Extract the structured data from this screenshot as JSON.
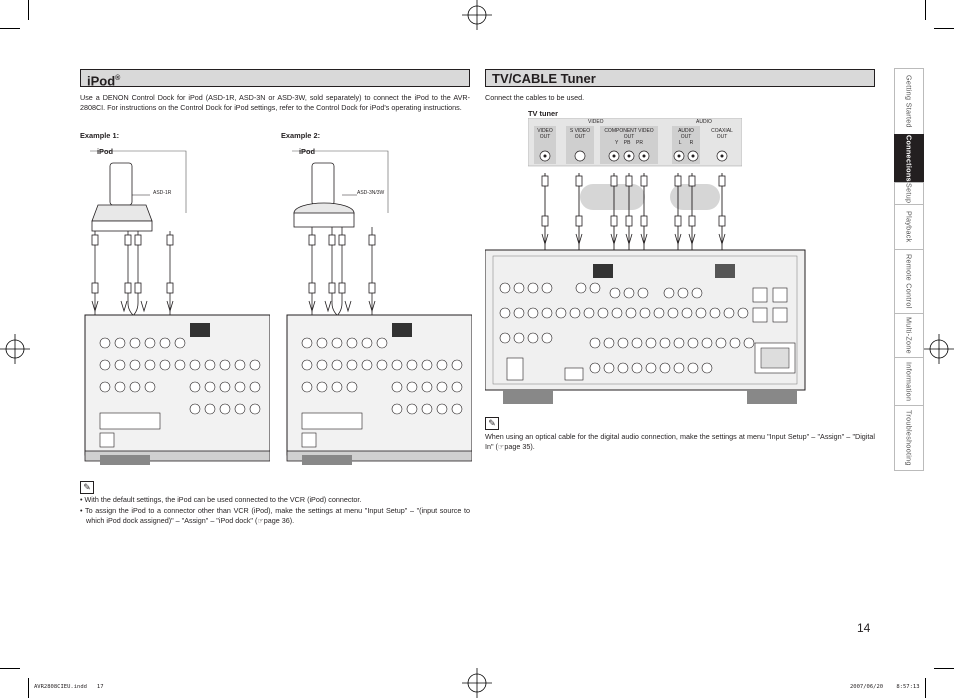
{
  "ipod": {
    "title": "iPod",
    "title_sup": "®",
    "intro": "Use a DENON Control Dock for iPod (ASD-1R, ASD-3N or ASD-3W, sold separately) to connect the iPod to the AVR-2808CI. For instructions on the Control Dock for iPod settings, refer to the Control Dock for iPod's operating instructions.",
    "example1_label": "Example 1:",
    "example2_label": "Example 2:",
    "ipod_label": "iPod",
    "dock1_model": "ASD-1R",
    "dock2_model": "ASD-3N/3W",
    "note_bullets": [
      "With the default settings, the iPod can be used connected to the VCR (iPod) connector.",
      "To assign the iPod to a connector other than VCR (iPod), make the settings at menu \"Input Setup\" – \"(input source to which iPod dock assigned)\" – \"Assign\" – \"iPod dock\" (☞page 36)."
    ]
  },
  "tv": {
    "title": "TV/CABLE Tuner",
    "intro": "Connect the cables to be used.",
    "tuner_label": "TV tuner",
    "video_group": "VIDEO",
    "audio_group": "AUDIO",
    "ports": [
      {
        "name": "VIDEO",
        "sub": "OUT"
      },
      {
        "name": "S VIDEO",
        "sub": "OUT"
      },
      {
        "name": "COMPONENT VIDEO",
        "sub": "OUT"
      },
      {
        "name": "AUDIO",
        "sub": "OUT"
      },
      {
        "name": "COAXIAL",
        "sub": "OUT"
      }
    ],
    "component_pins": "Y    PB    PR",
    "audio_pins": "L      R",
    "note": "When using an optical cable for the digital audio connection, make the settings at menu \"Input Setup\" – \"Assign\" – \"Digital In\" (☞page 35)."
  },
  "sidebar": {
    "tabs": [
      "Getting Started",
      "Connections",
      "Setup",
      "Playback",
      "Remote Control",
      "Multi-Zone",
      "Information",
      "Troubleshooting"
    ],
    "active": "Connections"
  },
  "page_number": "14",
  "footer": {
    "file": "AVR2808CIEU.indd   17",
    "timestamp": "2007/06/20    8:57:13"
  },
  "colors": {
    "bar": "#d9d9d9",
    "active_tab": "#231f20",
    "ink": "#231f20"
  }
}
